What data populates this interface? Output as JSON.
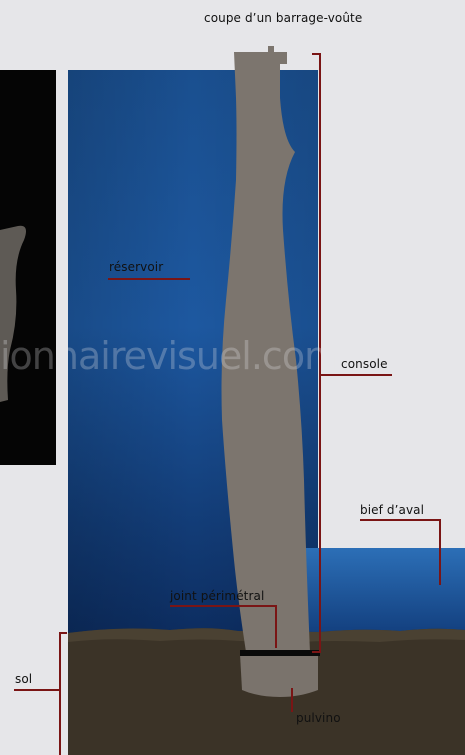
{
  "diagram": {
    "title": "coupe d’un barrage-voûte",
    "labels": {
      "reservoir": "réservoir",
      "console": "console",
      "bief": "bief d’aval",
      "joint": "joint périmétral",
      "sol": "sol",
      "pulvino": "pulvino"
    },
    "watermark": "ionnairevisuel.com",
    "colors": {
      "background": "#e6e6e9",
      "water_deep": "#0f2f63",
      "water_light": "#2f72b8",
      "dam": "#7d766f",
      "ground": "#3a3226",
      "leader": "#7a1515"
    }
  }
}
